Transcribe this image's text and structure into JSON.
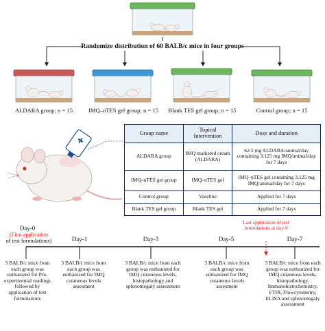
{
  "headline": "Randomize distribution of 60 BALB/c mice in four groups",
  "groups": [
    {
      "label": "ALDARA group; n = 15",
      "lid_color": "#c85a5a"
    },
    {
      "label": "IMQ–nTES gel group; n = 15",
      "lid_color": "#3d9ad6"
    },
    {
      "label": "Blank TES gel group; n = 15",
      "lid_color": "#6db85e"
    },
    {
      "label": "Control group; n = 15",
      "lid_color": "#6db85e"
    }
  ],
  "top_cage_lid_color": "#6db85e",
  "table": {
    "headers": [
      "Group name",
      "Topical Intervention",
      "Dose and duration"
    ],
    "rows": [
      [
        "ALDARA group",
        "IMQ marketed cream (ALDARA)",
        "62.5 mg ALDARA/animal/day containing 3.125 mg IMQ/animal/day for 7 days"
      ],
      [
        "IMQ–nTES gel group",
        "IMQ–nTES gel",
        "IMQ–nTES gel containing 3.125 mg IMQ/animal/day for 7 days"
      ],
      [
        "Control group",
        "Vaseline",
        "Applied for 7 days"
      ],
      [
        "Blank TES gel group",
        "Blank TES gel",
        "Applied for 7 days"
      ]
    ]
  },
  "timeline": {
    "day0": "Day-0",
    "day0_sub": "First application",
    "day0_sub2": "of test formulations)",
    "day1": "Day-1",
    "day3": "Day-3",
    "day5": "Day-5",
    "day7": "Day-7",
    "last_application": "Last application of test formulations at day-6",
    "notes": [
      "3 BALB/c mice from each group was euthanized for Pre-experimental readings followed by application of test formulations",
      "3 BALB/c mice from each group was euthanized for IMQ cutaneous levels assesment",
      "3 BALB/c mice from each group was euthanized for IMQ cutaneous levels, histopathology and splenomegaly assessment",
      "3 BALB/c mice from each group was euthanized for IMQ cutaneous levels assesment",
      "3 BALB/c mice from each group was euthanized for IMQ cutaneous levels, histopathology, Immunohistochemistry, FTIR, Flowcytometry, ELISA and splenomegaly assessment"
    ]
  }
}
